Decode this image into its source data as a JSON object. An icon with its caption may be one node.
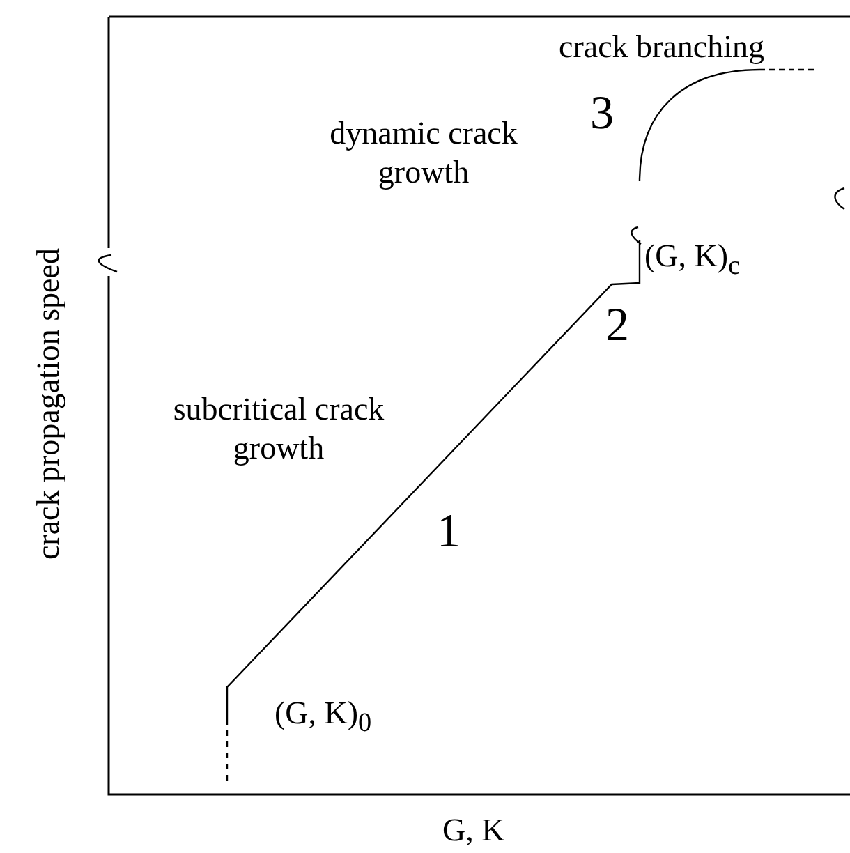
{
  "diagram": {
    "labels": [
      "crack branching",
      "3",
      "dynamic crack growth",
      "(G, K)$_{c}$",
      "2",
      "subcritical crack growth",
      "1",
      "(G, K)$_{0}$",
      "G, K",
      "crack propagation speed"
    ]
  }
}
